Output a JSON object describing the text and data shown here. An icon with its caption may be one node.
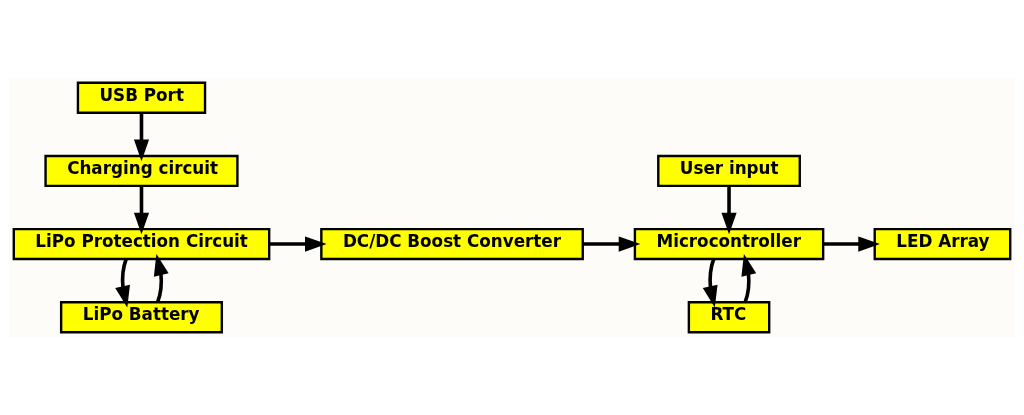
{
  "diagram": {
    "nodes": [
      {
        "text": [
          "USB Port"
        ]
      },
      {
        "text": [
          "Charging circuit"
        ]
      },
      {
        "text": [
          "LiPo Protection Circuit"
        ]
      },
      {
        "text": [
          "LiPo Battery"
        ]
      },
      {
        "text": [
          "DC/DC Boost Converter"
        ]
      },
      {
        "text": [
          "User input"
        ]
      },
      {
        "text": [
          "Microcontroller"
        ]
      },
      {
        "text": [
          "LED Array"
        ]
      },
      {
        "text": [
          "RTC"
        ]
      }
    ],
    "edges": [
      {
        "from": 0,
        "to": 1,
        "arrow": "to"
      },
      {
        "from": 1,
        "to": 2,
        "arrow": "to"
      },
      {
        "from": 3,
        "to": 2,
        "arrow": "to"
      },
      {
        "from": 2,
        "to": 3,
        "arrow": "to"
      },
      {
        "from": 2,
        "to": 4,
        "arrow": "to"
      },
      {
        "from": 4,
        "to": 6,
        "arrow": "to"
      },
      {
        "from": 5,
        "to": 6,
        "arrow": "to"
      },
      {
        "from": 6,
        "to": 7,
        "arrow": "to"
      },
      {
        "from": 8,
        "to": 6,
        "arrow": "to"
      },
      {
        "from": 6,
        "to": 8,
        "arrow": "to"
      }
    ]
  }
}
